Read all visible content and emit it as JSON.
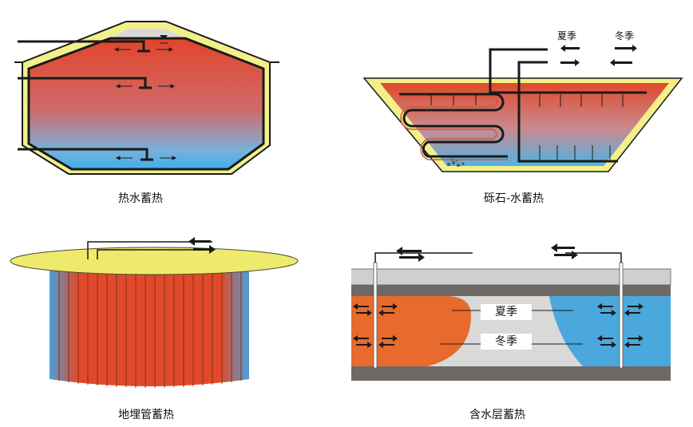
{
  "panels": {
    "hot_water": {
      "caption": "热水蓄热"
    },
    "gravel_water": {
      "caption": "砾石-水蓄热",
      "summer_label": "夏季",
      "winter_label": "冬季"
    },
    "borehole": {
      "caption": "地埋管蓄热"
    },
    "aquifer": {
      "caption": "含水层蓄热",
      "summer_label": "夏季",
      "winter_label": "冬季"
    }
  },
  "colors": {
    "hot": "#e8552b",
    "cold": "#4fb4e6",
    "insulation": "#f3ef8a",
    "frame": "#1a1a1a",
    "ground_gray": "#c9c9c9",
    "ground_dark": "#6e6865",
    "aquifer_warm": "#e86a2c",
    "aquifer_cool": "#4aa8dc"
  },
  "icons": [
    "bidirectional-arrow-icon",
    "summer-arrow-icon",
    "winter-arrow-icon"
  ]
}
